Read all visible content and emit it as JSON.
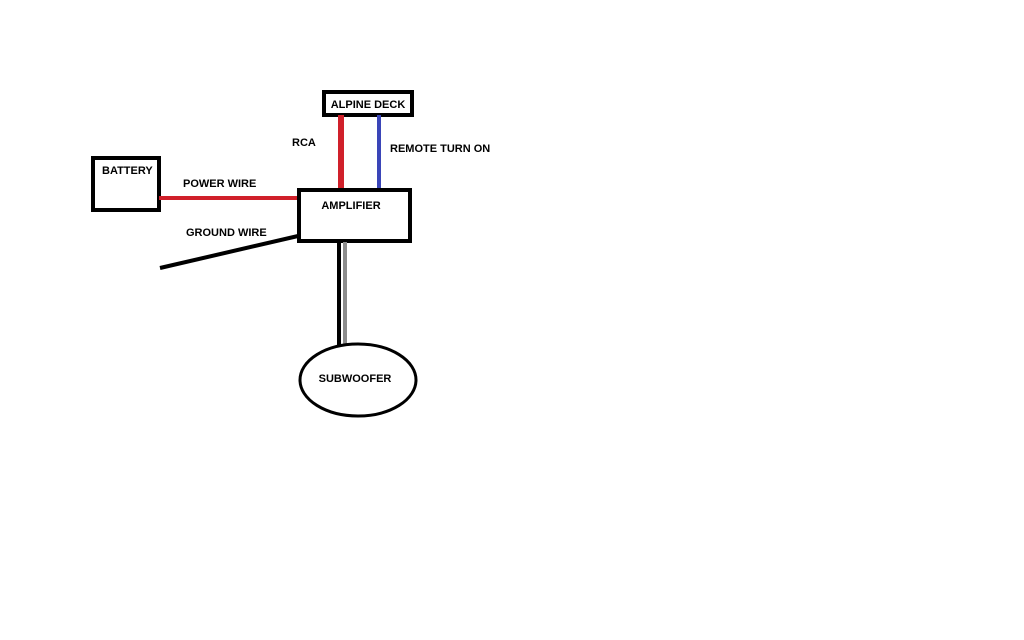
{
  "components": {
    "alpine_deck": "ALPINE DECK",
    "battery": "BATTERY",
    "amplifier": "AMPLIFIER",
    "subwoofer": "SUBWOOFER"
  },
  "wires": {
    "rca": {
      "label": "RCA",
      "color": "#d0202a"
    },
    "remote_turn_on": {
      "label": "REMOTE TURN ON",
      "color": "#3a45b8"
    },
    "power_wire": {
      "label": "POWER WIRE",
      "color": "#d0202a"
    },
    "ground_wire": {
      "label": "GROUND WIRE",
      "color": "#000000"
    },
    "speaker_wire": {
      "colors": [
        "#000000",
        "#8c8c8c"
      ]
    }
  }
}
